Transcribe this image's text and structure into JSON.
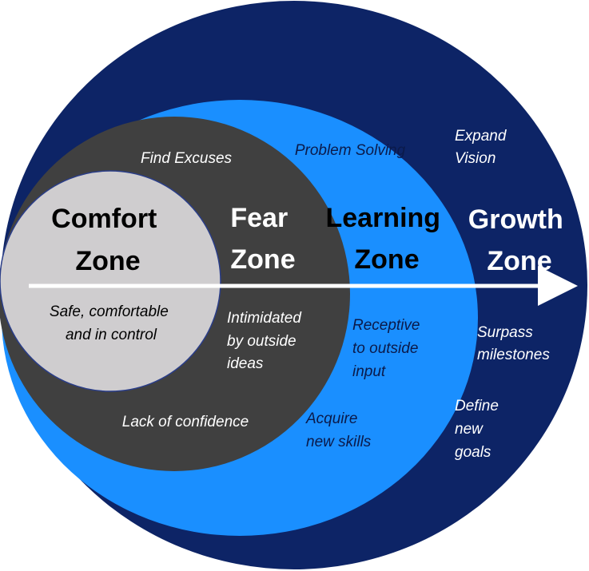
{
  "colors": {
    "growth": "#0d2466",
    "learning": "#1a8fff",
    "fear": "#404040",
    "comfort": "#cfcdcf",
    "arrow": "#ffffff"
  },
  "zones": {
    "comfort": {
      "title_line1": "Comfort",
      "title_line2": "Zone",
      "notes": [
        "Safe, comfortable",
        "and in control"
      ]
    },
    "fear": {
      "title_line1": "Fear",
      "title_line2": "Zone",
      "notes_top": [
        "Find Excuses"
      ],
      "notes_mid": [
        "Intimidated",
        "by outside",
        "ideas"
      ],
      "notes_bottom": [
        "Lack of confidence"
      ]
    },
    "learning": {
      "title_line1": "Learning",
      "title_line2": "Zone",
      "notes_top": [
        "Problem Solving"
      ],
      "notes_mid": [
        "Receptive",
        "to outside",
        "input"
      ],
      "notes_bottom": [
        "Acquire",
        "new skills"
      ]
    },
    "growth": {
      "title_line1": "Growth",
      "title_line2": "Zone",
      "notes_top": [
        "Expand",
        "Vision"
      ],
      "notes_mid": [
        "Surpass",
        "milestones"
      ],
      "notes_bottom": [
        "Define",
        "new",
        "goals"
      ]
    }
  }
}
